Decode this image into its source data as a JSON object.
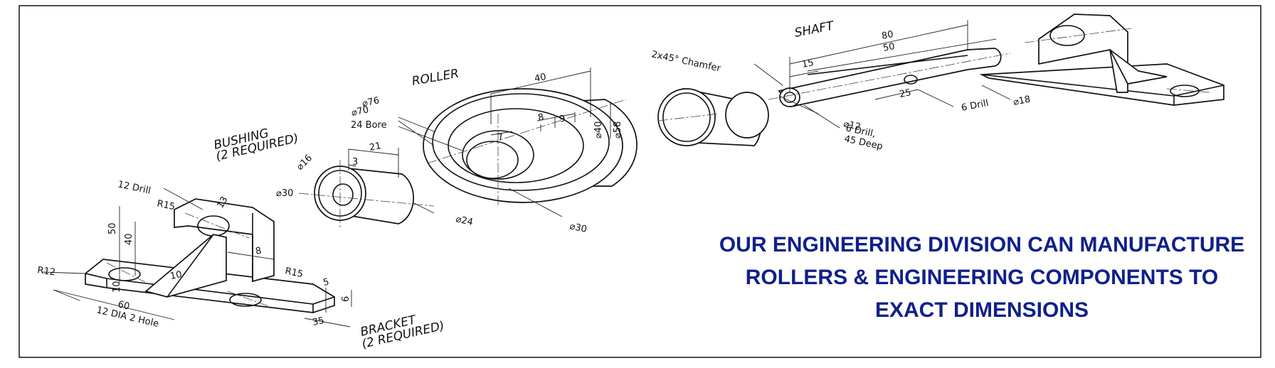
{
  "labels": {
    "shaft": "SHAFT",
    "roller": "ROLLER",
    "bushing_1": "BUSHING",
    "bushing_2": "(2 REQUIRED)",
    "bracket_1": "BRACKET",
    "bracket_2": "(2 REQUIRED)"
  },
  "dimensions": {
    "d80": "80",
    "d50": "50",
    "d15_shaft": "15",
    "chamfer": "2x45° Chamfer",
    "d12": "⌀12",
    "drill6_45_1": "6 Drill,",
    "drill6_45_2": "45 Deep",
    "d25": "25",
    "drill6": "6 Drill",
    "d18": "⌀18",
    "d40_roller": "40",
    "d76": "⌀76",
    "d70": "⌀70",
    "bore24": "24 Bore",
    "d8": "8",
    "d9": "9",
    "d7": "7",
    "d40_vert": "⌀40",
    "d58": "⌀58",
    "d30_roller": "⌀30",
    "d21": "21",
    "d3": "3",
    "d16": "⌀16",
    "d30_bush": "⌀30",
    "d24": "⌀24",
    "drill12": "12 Drill",
    "r15_a": "R15",
    "d13": "13",
    "d50_bracket": "50",
    "d40_bracket": "40",
    "d8_bracket": "8",
    "r12": "R12",
    "d10_rib": "10",
    "d10_base": "10",
    "r15_b": "R15",
    "d5": "5",
    "d6": "6",
    "d60": "60",
    "d35": "35",
    "holes": "12 DIA 2 Hole"
  },
  "tagline": [
    "OUR ENGINEERING DIVISION CAN MANUFACTURE",
    "ROLLERS & ENGINEERING COMPONENTS TO",
    "EXACT DIMENSIONS"
  ],
  "colors": {
    "tagline": "#10208a",
    "border": "#222222",
    "drawing": "#111111"
  }
}
